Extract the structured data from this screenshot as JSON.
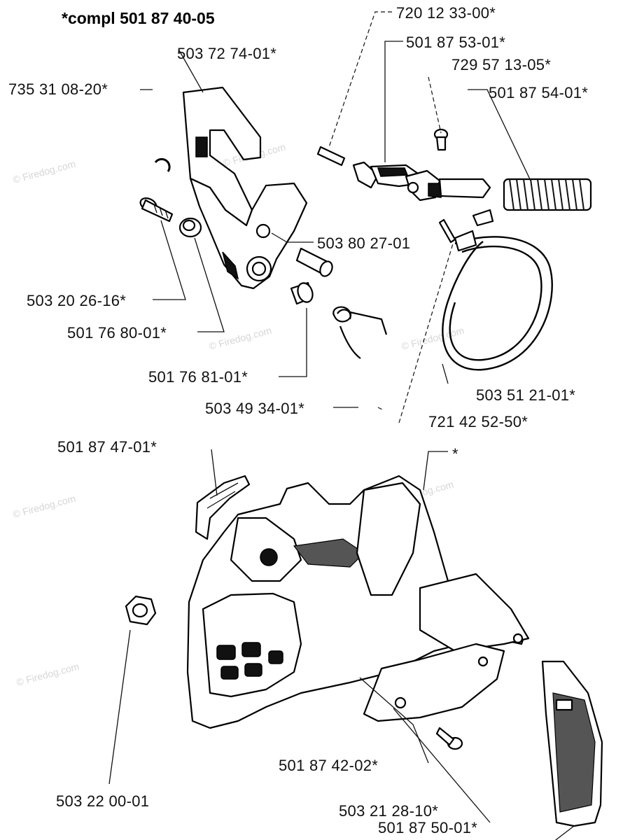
{
  "title": "*compl 501 87 40-05",
  "watermark": "© Firedog.com",
  "parts": {
    "p01": "720 12 33-00*",
    "p02": "501 87 53-01*",
    "p03": "729 57 13-05*",
    "p04": "503 72 74-01*",
    "p05": "501 87 54-01*",
    "p06": "735 31 08-20*",
    "p07": "503 80 27-01",
    "p08": "503 20 26-16*",
    "p09": "501 76 80-01*",
    "p10": "501 76 81-01*",
    "p11": "503 51 21-01*",
    "p12": "503 49 34-01*",
    "p13": "721 42 52-50*",
    "p14": "501 87 47-01*",
    "p15": "*",
    "p16": "501 87 42-02*",
    "p17": "503 21 28-10*",
    "p18": "503 22 00-01",
    "p19": "501 87 50-01*"
  }
}
